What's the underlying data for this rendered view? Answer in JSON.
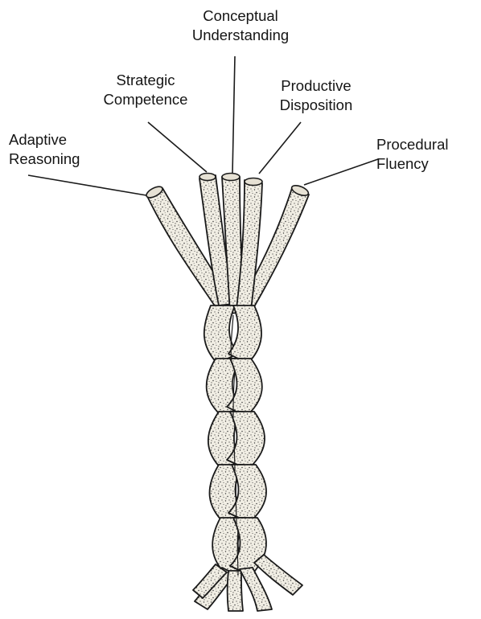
{
  "diagram": {
    "strands": [
      {
        "id": "conceptual",
        "lines": [
          "Conceptual",
          "Understanding"
        ]
      },
      {
        "id": "strategic",
        "lines": [
          "Strategic",
          "Competence"
        ]
      },
      {
        "id": "productive",
        "lines": [
          "Productive",
          "Disposition"
        ]
      },
      {
        "id": "adaptive",
        "lines": [
          "Adaptive",
          "Reasoning"
        ]
      },
      {
        "id": "procedural",
        "lines": [
          "Procedural",
          "Fluency"
        ]
      }
    ]
  },
  "colors": {
    "ink": "#1a1a1a",
    "strand_fill": "#f1eee4",
    "stipple": "#3a3a3a"
  }
}
